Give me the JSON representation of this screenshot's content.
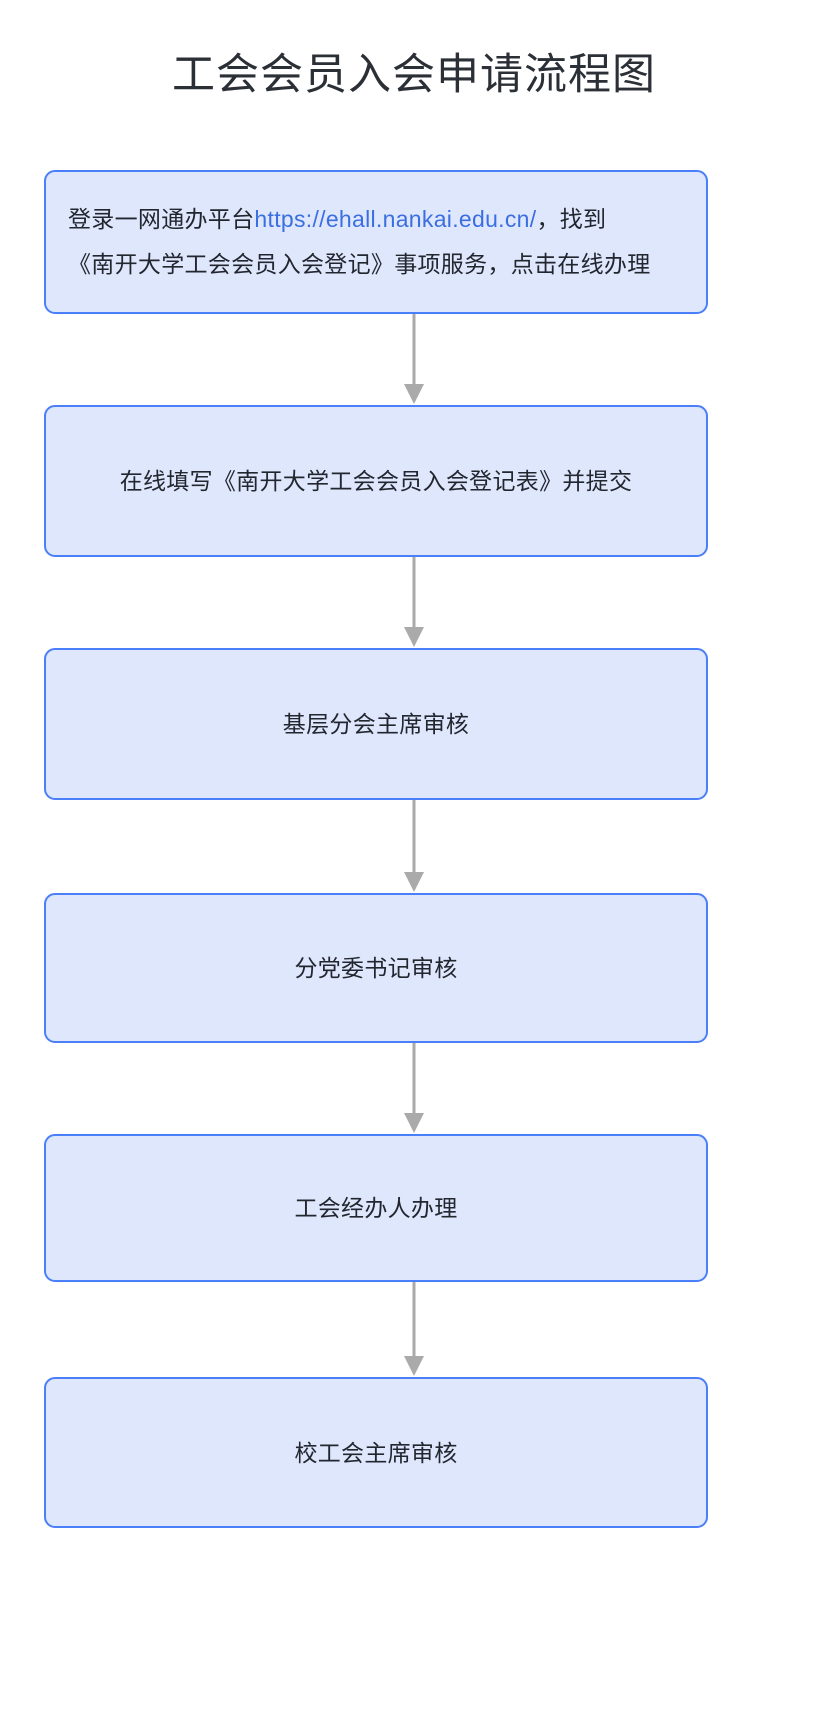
{
  "chart_data": {
    "type": "diagram",
    "diagram_type": "flowchart",
    "orientation": "top-to-bottom",
    "title": "工会会员入会申请流程图",
    "node_count": 6,
    "nodes": [
      {
        "id": "step1",
        "label": "登录一网通办平台https://ehall.nankai.edu.cn/，找到《南开大学工会会员入会登记》事项服务，点击在线办理"
      },
      {
        "id": "step2",
        "label": "在线填写《南开大学工会会员入会登记表》并提交"
      },
      {
        "id": "step3",
        "label": "基层分会主席审核"
      },
      {
        "id": "step4",
        "label": "分党委书记审核"
      },
      {
        "id": "step5",
        "label": "工会经办人办理"
      },
      {
        "id": "step6",
        "label": "校工会主席审核"
      }
    ],
    "edges": [
      {
        "from": "step1",
        "to": "step2"
      },
      {
        "from": "step2",
        "to": "step3"
      },
      {
        "from": "step3",
        "to": "step4"
      },
      {
        "from": "step4",
        "to": "step5"
      },
      {
        "from": "step5",
        "to": "step6"
      }
    ]
  },
  "page": {
    "title": "工会会员入会申请流程图",
    "background_color": "#ffffff",
    "title_color": "#2b2f36"
  },
  "style": {
    "node_fill": "#dfe7fd",
    "node_border": "#4a7ffa",
    "node_text_color": "#22262e",
    "link_color": "#3b6fe0",
    "arrow_color": "#aaaaaa"
  },
  "flow": {
    "step1": {
      "line1_prefix": "登录一网通办平台",
      "line1_url": "https://ehall.nankai.edu.cn/",
      "line1_suffix": "，找到",
      "line2": "《南开大学工会会员入会登记》事项服务，点击在线办理"
    },
    "step2": {
      "label": "在线填写《南开大学工会会员入会登记表》并提交"
    },
    "step3": {
      "label": "基层分会主席审核"
    },
    "step4": {
      "label": "分党委书记审核"
    },
    "step5": {
      "label": "工会经办人办理"
    },
    "step6": {
      "label": "校工会主席审核"
    }
  },
  "arrows": {
    "a1": "arrow-down-icon",
    "a2": "arrow-down-icon",
    "a3": "arrow-down-icon",
    "a4": "arrow-down-icon",
    "a5": "arrow-down-icon"
  }
}
